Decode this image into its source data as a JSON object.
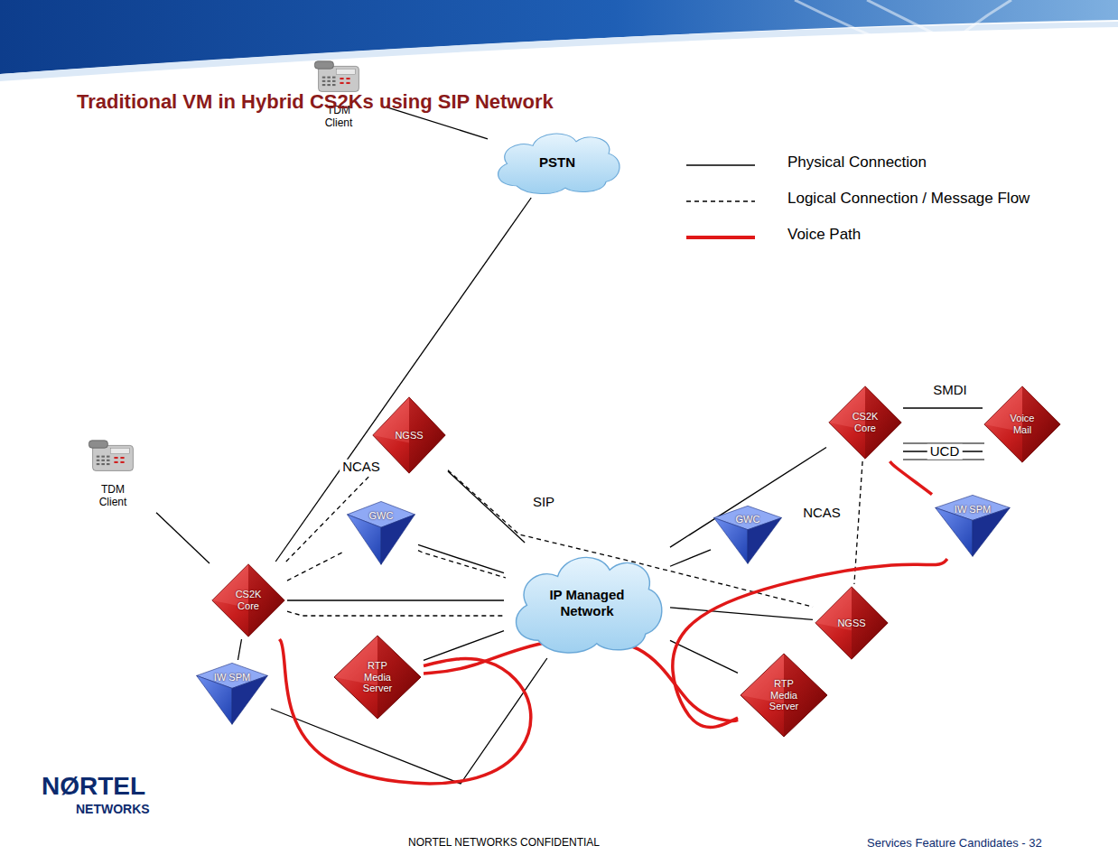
{
  "diagram": {
    "title": "Traditional VM in Hybrid CS2Ks using SIP Network",
    "nodes": [
      {
        "text": [
          "TDM Client"
        ]
      },
      {
        "text": [
          "PSTN"
        ]
      },
      {
        "text": [
          "CS2K Core"
        ]
      },
      {
        "text": [
          "Voice Mail"
        ]
      },
      {
        "text": [
          "TDM Client"
        ]
      },
      {
        "text": [
          "NGSS"
        ]
      },
      {
        "text": [
          "GWC"
        ]
      },
      {
        "text": [
          "IW SPM"
        ]
      },
      {
        "text": [
          "GWC"
        ]
      },
      {
        "text": [
          "CS2K Core"
        ]
      },
      {
        "text": [
          "IP Managed Network"
        ]
      },
      {
        "text": [
          "NGSS"
        ]
      },
      {
        "text": [
          "IW SPM"
        ]
      },
      {
        "text": [
          "RTP Media Server"
        ]
      },
      {
        "text": [
          "RTP Media Server"
        ]
      }
    ],
    "edges": [
      {
        "from": 0,
        "to": 1,
        "arrow": "none"
      },
      {
        "from": 1,
        "to": 9,
        "arrow": "none"
      },
      {
        "from": 4,
        "to": 9,
        "arrow": "none"
      },
      {
        "from": 9,
        "to": 10,
        "arrow": "none"
      },
      {
        "from": 9,
        "to": 12,
        "arrow": "none"
      },
      {
        "from": 5,
        "to": 10,
        "arrow": "none"
      },
      {
        "from": 6,
        "to": 10,
        "arrow": "none"
      },
      {
        "from": 13,
        "to": 10,
        "arrow": "none"
      },
      {
        "from": 2,
        "to": 10,
        "arrow": "none"
      },
      {
        "from": 8,
        "to": 10,
        "arrow": "none"
      },
      {
        "from": 11,
        "to": 10,
        "arrow": "none"
      },
      {
        "from": 14,
        "to": 10,
        "arrow": "none"
      },
      {
        "from": 12,
        "to": 10,
        "arrow": "none"
      },
      {
        "from": 2,
        "to": 3,
        "label": "SMDI",
        "arrow": "none"
      },
      {
        "from": 2,
        "to": 3,
        "label": "UCD",
        "arrow": "none"
      },
      {
        "from": 9,
        "to": 5,
        "label": "NCAS",
        "arrow": "none"
      },
      {
        "from": 9,
        "to": 6,
        "arrow": "none"
      },
      {
        "from": 9,
        "to": 10,
        "arrow": "none"
      },
      {
        "from": 5,
        "to": 11,
        "label": "SIP",
        "arrow": "none"
      },
      {
        "from": 6,
        "to": 10,
        "arrow": "none"
      },
      {
        "from": 2,
        "to": 11,
        "label": "NCAS",
        "arrow": "none"
      },
      {
        "from": 9,
        "to": 13,
        "arrow": "none"
      },
      {
        "from": 13,
        "to": 14,
        "arrow": "none"
      },
      {
        "from": 14,
        "to": 7,
        "arrow": "none"
      },
      {
        "from": 7,
        "to": 2,
        "arrow": "none"
      }
    ],
    "labels": [
      "NØRTEL",
      "NETWORKS",
      "NORTEL NETWORKS CONFIDENTIAL",
      "Services Feature Candidates - 32"
    ],
    "legend": [
      {
        "text": "Physical Connection"
      },
      {
        "text": "Logical Connection / Message Flow"
      },
      {
        "text": "Voice Path"
      }
    ]
  }
}
